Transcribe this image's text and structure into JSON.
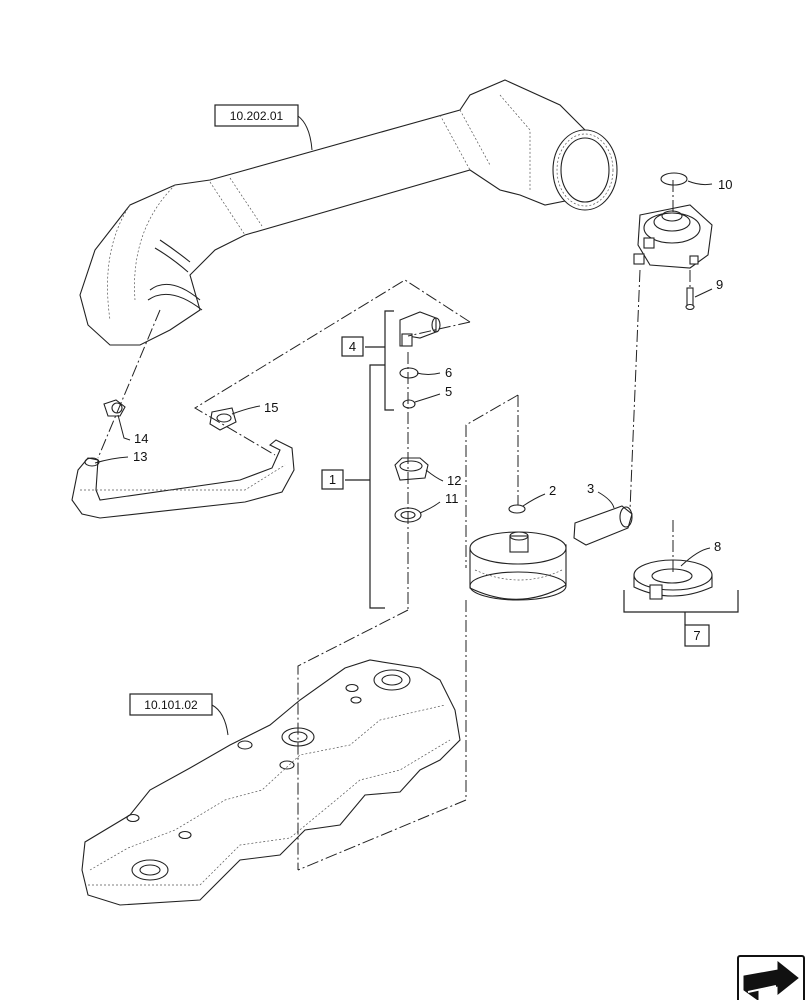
{
  "references": {
    "upper": "10.202.01",
    "lower": "10.101.02"
  },
  "group_labels": {
    "g1": "1",
    "g4": "4",
    "g7": "7"
  },
  "callouts": {
    "c2": "2",
    "c3": "3",
    "c5": "5",
    "c6": "6",
    "c8": "8",
    "c9": "9",
    "c10": "10",
    "c11": "11",
    "c12": "12",
    "c13": "13",
    "c14": "14",
    "c15": "15"
  },
  "icons": {
    "navigation": "next-page-arrow-icon"
  }
}
